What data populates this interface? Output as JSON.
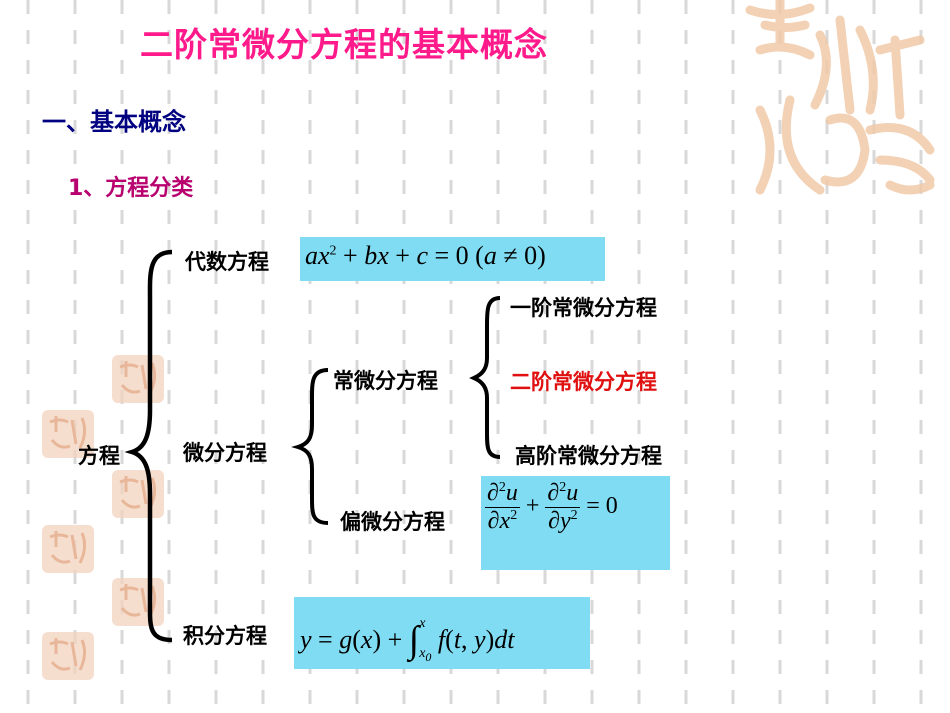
{
  "slide": {
    "title": "二阶常微分方程的基本概念",
    "section_heading": "一、基本概念",
    "subsection_heading": "1、方程分类"
  },
  "tree": {
    "root": "方程",
    "algebraic": {
      "label": "代数方程",
      "formula": "ax² + bx + c = 0 (a ≠ 0)"
    },
    "differential": {
      "label": "微分方程",
      "ordinary": {
        "label": "常微分方程",
        "children": [
          "一阶常微分方程",
          "二阶常微分方程",
          "高阶常微分方程"
        ]
      },
      "partial": {
        "label": "偏微分方程",
        "formula": "∂²u/∂x² + ∂²u/∂y² = 0"
      }
    },
    "integral": {
      "label": "积分方程",
      "formula": "y = g(x) + ∫_{x0}^{x} f(t, y) dt"
    }
  },
  "colors": {
    "title": "#ff1a8c",
    "section_heading": "#000080",
    "subsection_heading": "#b8006e",
    "highlight_item": "#e01010",
    "formula_box": "#80dcf2"
  }
}
